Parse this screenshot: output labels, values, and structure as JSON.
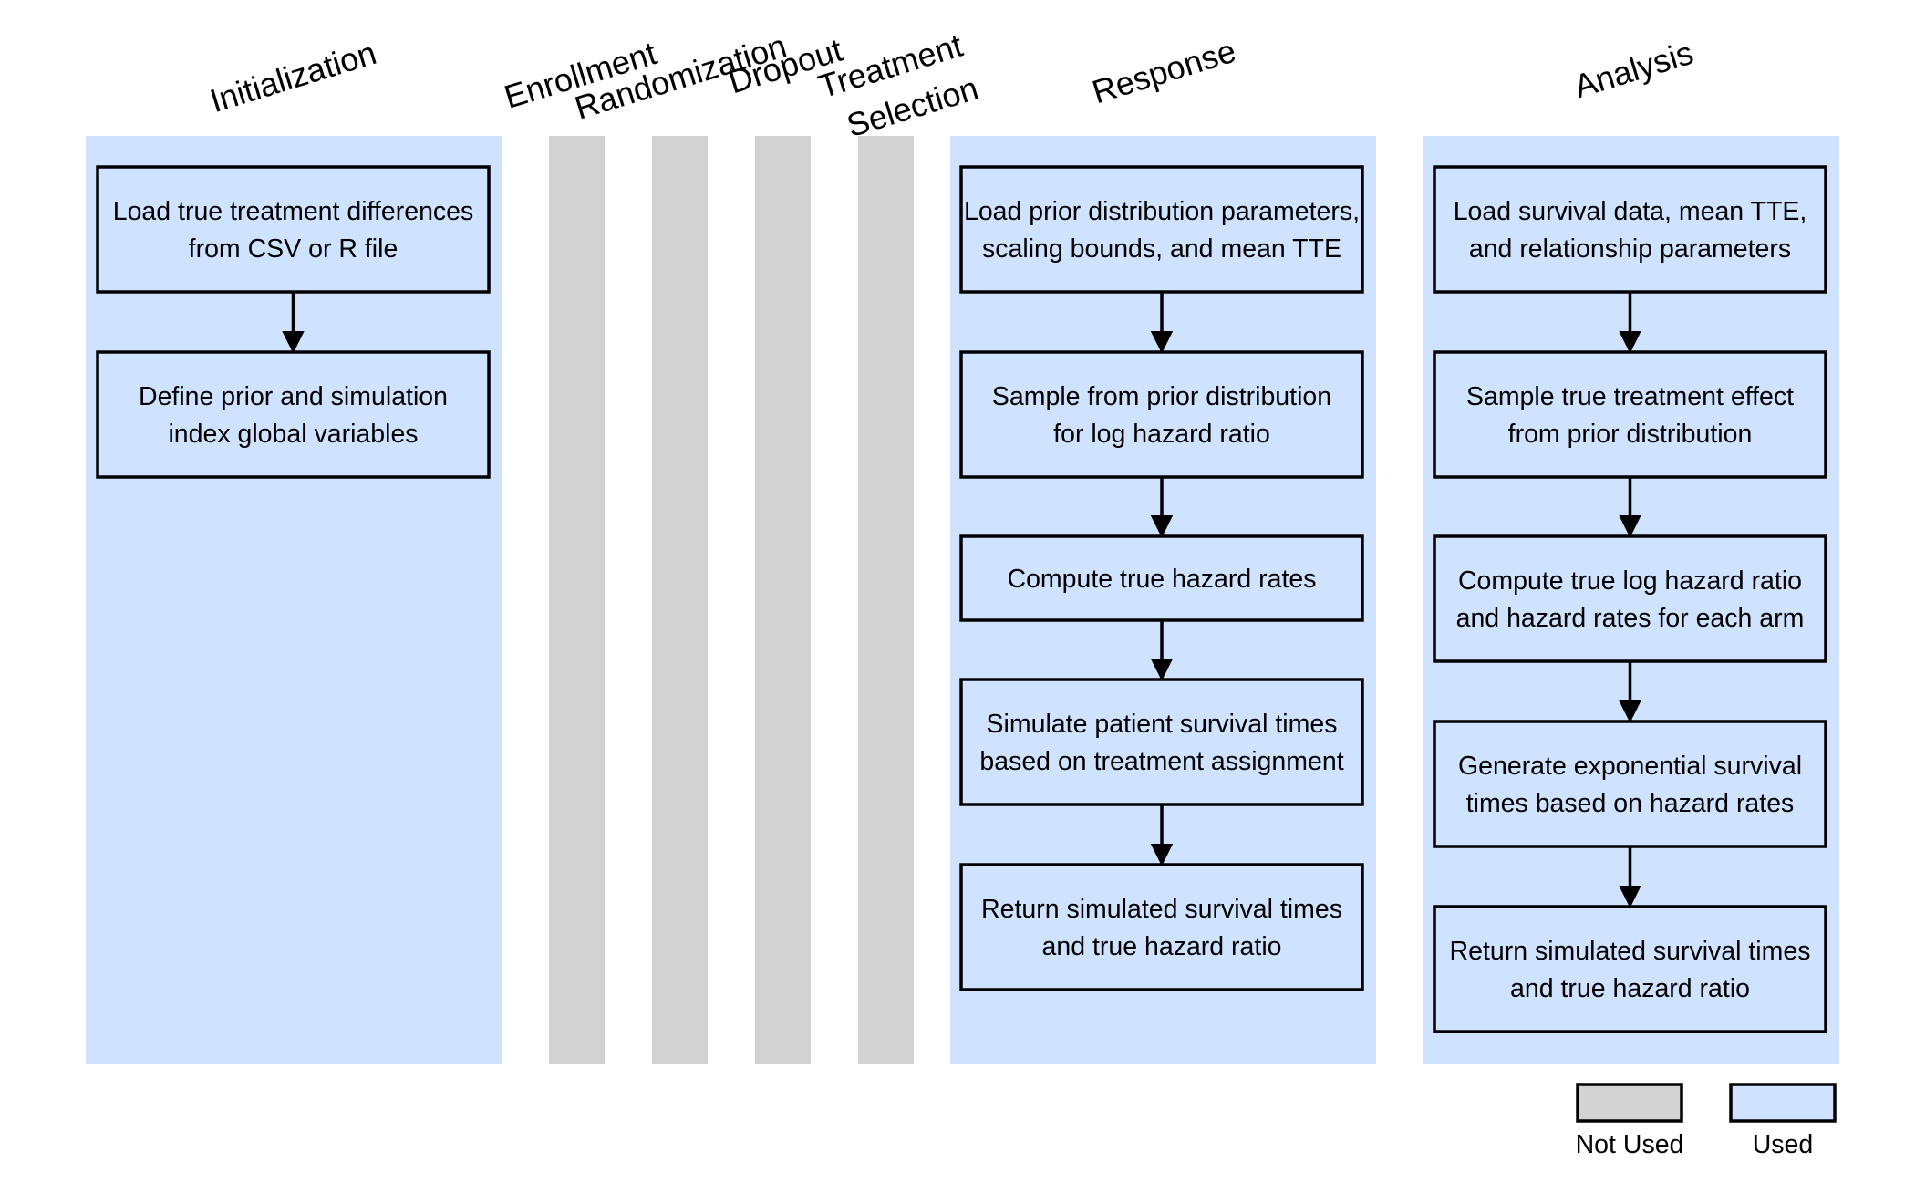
{
  "colors": {
    "used": "#cfe2ff",
    "not_used": "#d3d3d3",
    "stroke": "#000000"
  },
  "columns": [
    {
      "id": "initialization",
      "title": [
        "Initialization"
      ],
      "status": "used",
      "steps": [
        [
          "Load true treatment differences",
          "from CSV or R file"
        ],
        [
          "Define prior and simulation",
          "index global variables"
        ]
      ]
    },
    {
      "id": "enrollment",
      "title": [
        "Enrollment"
      ],
      "status": "not_used",
      "steps": []
    },
    {
      "id": "randomization",
      "title": [
        "Randomization"
      ],
      "status": "not_used",
      "steps": []
    },
    {
      "id": "dropout",
      "title": [
        "Dropout"
      ],
      "status": "not_used",
      "steps": []
    },
    {
      "id": "treatment-selection",
      "title": [
        "Treatment",
        "Selection"
      ],
      "status": "not_used",
      "steps": []
    },
    {
      "id": "response",
      "title": [
        "Response"
      ],
      "status": "used",
      "steps": [
        [
          "Load prior distribution parameters,",
          "scaling bounds, and mean TTE"
        ],
        [
          "Sample from prior distribution",
          "for log hazard ratio"
        ],
        [
          "Compute true hazard rates"
        ],
        [
          "Simulate patient survival times",
          "based on treatment assignment"
        ],
        [
          "Return simulated survival times",
          "and true hazard ratio"
        ]
      ]
    },
    {
      "id": "analysis",
      "title": [
        "Analysis"
      ],
      "status": "used",
      "steps": [
        [
          "Load survival data, mean TTE,",
          "and relationship parameters"
        ],
        [
          "Sample true treatment effect",
          "from prior distribution"
        ],
        [
          "Compute true log hazard ratio",
          "and hazard rates for each arm"
        ],
        [
          "Generate exponential survival",
          "times based on hazard rates"
        ],
        [
          "Return simulated survival times",
          "and true hazard ratio"
        ]
      ]
    }
  ],
  "legend": [
    {
      "label": "Not Used",
      "status": "not_used"
    },
    {
      "label": "Used",
      "status": "used"
    }
  ]
}
